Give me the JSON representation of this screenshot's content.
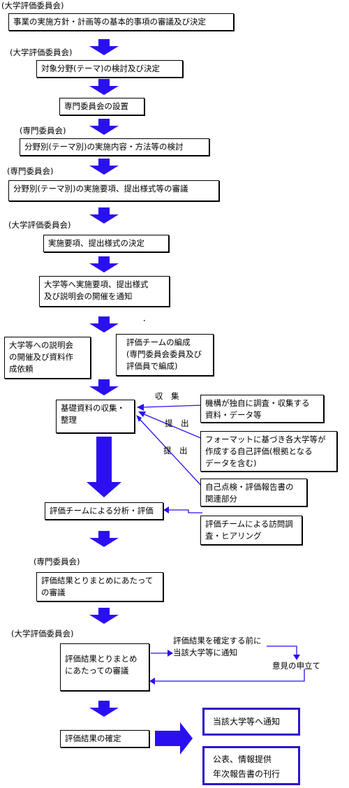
{
  "labels": {
    "committee_1": "(大学評価委員会)",
    "committee_2": "(大学評価委員会)",
    "expert_1": "(専門委員会)",
    "expert_2": "(専門委員会)",
    "committee_3": "(大学評価委員会)",
    "expert_3": "(専門委員会)",
    "committee_4": "(大学評価委員会)",
    "collect": "収　集",
    "submit_1": "提　出",
    "submit_2": "提　出"
  },
  "steps": {
    "s1": "事業の実施方針・計画等の基本的事項の審議及び決定",
    "s2": "対象分野(テーマ)の検討及び決定",
    "s3": "専門委員会の設置",
    "s4": "分野別(テーマ別)の実施内容・方法等の検討",
    "s5": "分野別(テーマ別)の実施要項、提出様式等の審議",
    "s6": "実施要項、提出様式の決定",
    "s7": "大学等へ実施要項、提出様式\n及び説明会の開催を通知",
    "s8": "大学等への説明会\nの開催及び資料作\n成依頼",
    "s9": "評価チームの編成\n(専門委員会委員及び\n評価員で編成)",
    "s10": "基礎資料の収集・\n整理",
    "s11": "評価チームによる分析・評価",
    "s12": "評価結果とりまとめにあたって\nの審議",
    "s13": "評価結果とりまとめ\nにあたっての審議",
    "s14": "評価結果の確定"
  },
  "sources": {
    "src1": "機構が独自に調査・収集する\n資料・データ等",
    "src2": "フォーマットに基づき各大学等が\n作成する自己評価(根拠となる\nデータを含む)",
    "src3": "自己点検・評価報告書の\n関連部分",
    "src4": "評価チームによる訪問調\n査・ヒアリング"
  },
  "feedback": {
    "notify_before": "評価結果を確定する前に\n当該大学等に通知",
    "objection": "意見の申立て"
  },
  "outputs": {
    "out1": "当該大学等へ通知",
    "out2_line1": "公表、情報提供",
    "out2_line2": "年次報告書の刊行"
  },
  "colors": {
    "arrow": "#2a10f0",
    "output_border": "#2c16c8"
  }
}
